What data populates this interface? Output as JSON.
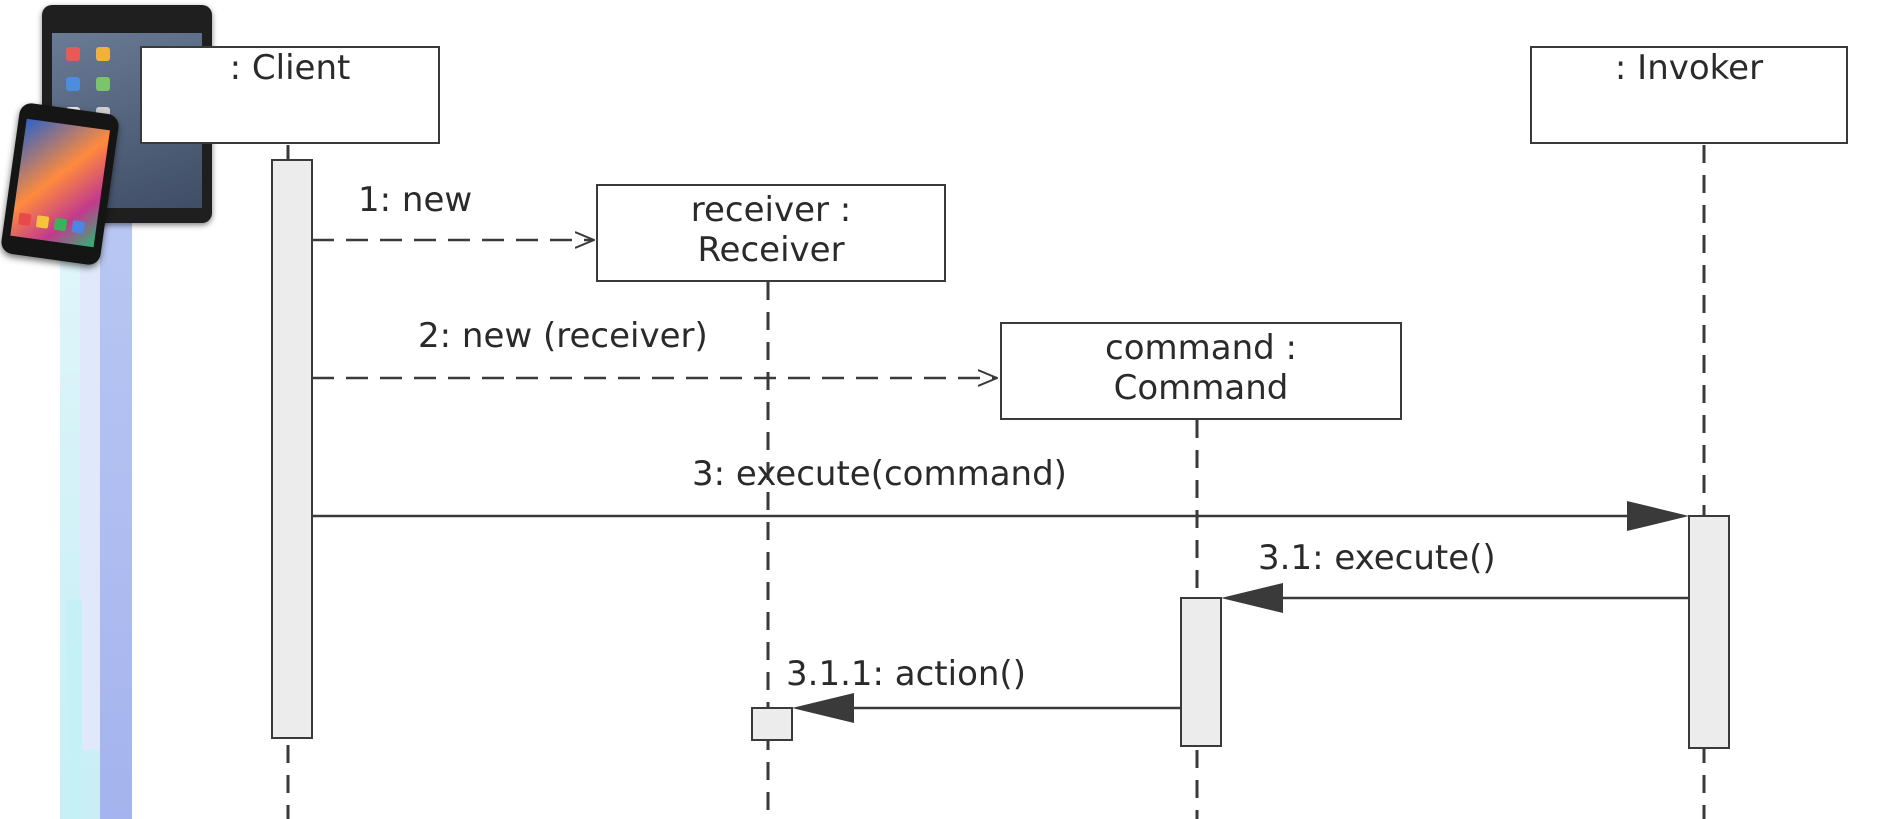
{
  "lifelines": {
    "client": {
      "label": ": Client"
    },
    "receiver": {
      "label_line1": "receiver :",
      "label_line2": "Receiver"
    },
    "command": {
      "label_line1": "command :",
      "label_line2": "Command"
    },
    "invoker": {
      "label": ": Invoker"
    }
  },
  "messages": [
    {
      "label": "1: new",
      "from": "client",
      "to": "receiver",
      "kind": "create"
    },
    {
      "label": "2: new (receiver)",
      "from": "client",
      "to": "command",
      "kind": "create"
    },
    {
      "label": "3: execute(command)",
      "from": "client",
      "to": "invoker",
      "kind": "sync"
    },
    {
      "label": "3.1: execute()",
      "from": "invoker",
      "to": "command",
      "kind": "sync"
    },
    {
      "label": "3.1.1: action()",
      "from": "command",
      "to": "receiver",
      "kind": "sync"
    }
  ],
  "colors": {
    "line": "#3a3a3a",
    "activation_fill": "#ececec",
    "arrowhead": "#3a3a3a"
  },
  "decor": {
    "icons": [
      "tablet-image",
      "smartphone-image"
    ]
  }
}
